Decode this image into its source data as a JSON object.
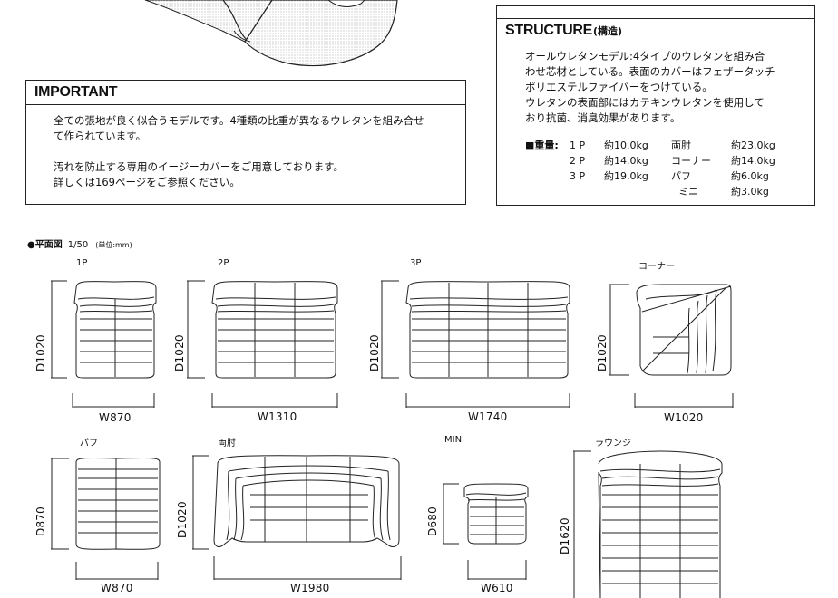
{
  "important": {
    "title": "IMPORTANT",
    "paragraph1_line1": "全ての張地が良く似合うモデルです。4種類の比重が異なるウレタンを組み合せ",
    "paragraph1_line2": "て作られています。",
    "paragraph2_line1": "汚れを防止する専用のイージーカバーをご用意しております。",
    "paragraph2_line2": "詳しくは169ページをご参照ください。"
  },
  "structure": {
    "title": "STRUCTURE",
    "subtitle": "(構造)",
    "lines": [
      "オールウレタンモデル:4タイプのウレタンを組み合",
      "わせ芯材としている。表面のカバーはフェザータッチ",
      "ポリエステルファイバーをつけている。",
      "ウレタンの表面部にはカテキンウレタンを使用して",
      "おり抗菌、消臭効果があります。"
    ],
    "weight_label": "■重量:",
    "weights_left": [
      {
        "model": "1 P",
        "value": "約10.0kg"
      },
      {
        "model": "2 P",
        "value": "約14.0kg"
      },
      {
        "model": "3 P",
        "value": "約19.0kg"
      }
    ],
    "weights_right": [
      {
        "model": "両肘",
        "value": "約23.0kg"
      },
      {
        "model": "コーナー",
        "value": "約14.0kg"
      },
      {
        "model": "パフ",
        "value": "約6.0kg"
      },
      {
        "model": "ミニ",
        "value": "約3.0kg"
      }
    ]
  },
  "plan": {
    "heading": "●平面図",
    "scale": "1/50",
    "unit": "(単位:mm)",
    "items": [
      {
        "label": "1P",
        "depth": "D1020",
        "width": "W870"
      },
      {
        "label": "2P",
        "depth": "D1020",
        "width": "W1310"
      },
      {
        "label": "3P",
        "depth": "D1020",
        "width": "W1740"
      },
      {
        "label": "コーナー",
        "depth": "D1020",
        "width": "W1020"
      },
      {
        "label": "パフ",
        "depth": "D870",
        "width": "W870"
      },
      {
        "label": "両肘",
        "depth": "D1020",
        "width": "W1980"
      },
      {
        "label": "MINI",
        "depth": "D680",
        "width": "W610"
      },
      {
        "label": "ラウンジ",
        "depth": "D1620",
        "width": ""
      }
    ]
  }
}
